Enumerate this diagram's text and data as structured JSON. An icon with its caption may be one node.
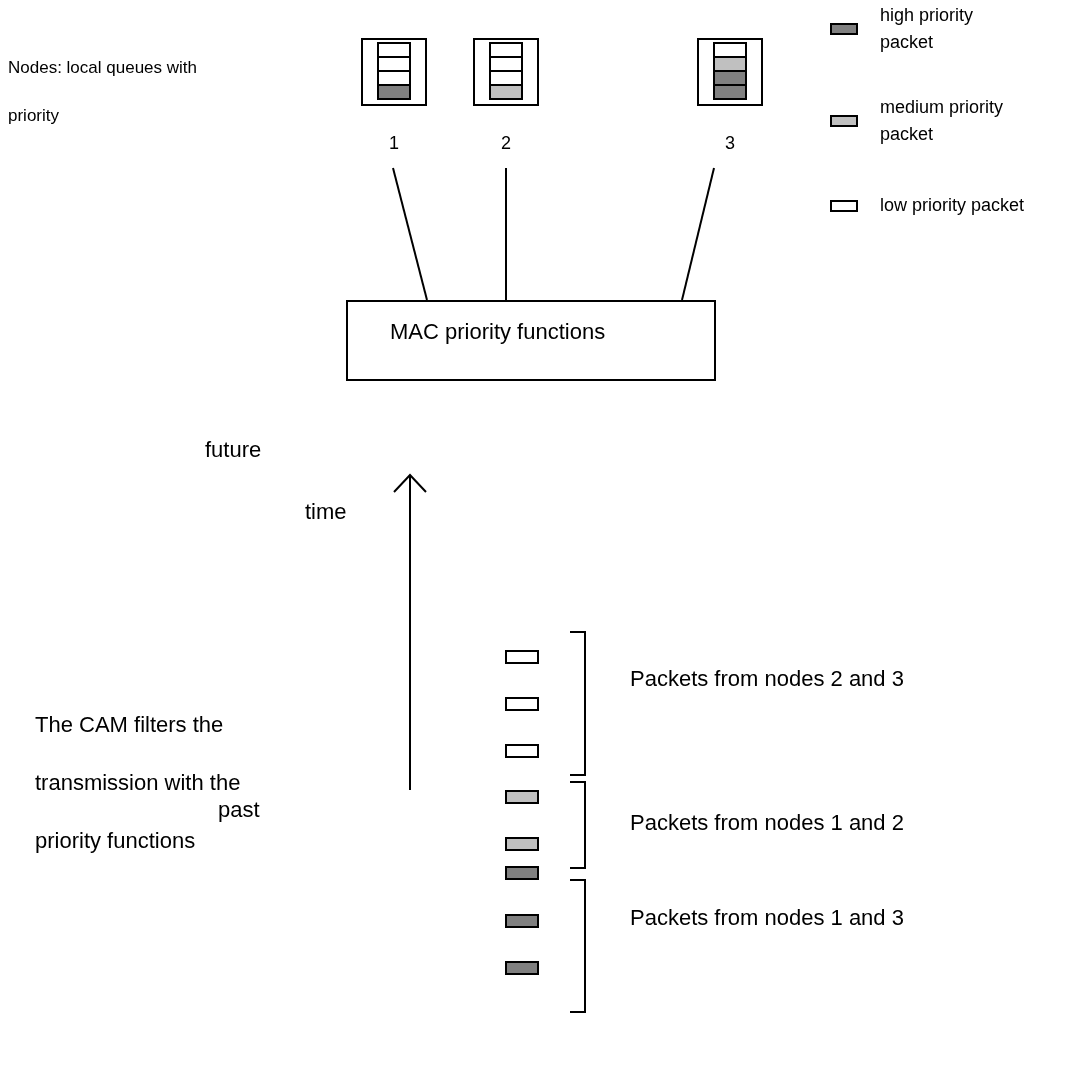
{
  "diagram": {
    "nodes": [
      {
        "text": [],
        "shape": "box",
        "beside": [
          "1"
        ]
      },
      {
        "text": [],
        "shape": "box",
        "beside": [
          "2"
        ]
      },
      {
        "text": [],
        "shape": "box",
        "beside": [
          "3"
        ]
      },
      {
        "text": [
          "MAC priority functions"
        ]
      }
    ],
    "edges": [
      {
        "from": 0,
        "to": 3,
        "arrow": "none"
      },
      {
        "from": 1,
        "to": 3,
        "arrow": "none"
      },
      {
        "from": 2,
        "to": 3,
        "arrow": "none"
      }
    ],
    "labels": [
      "Nodes: local queues with priority",
      "future",
      "time",
      "Packets from nodes 2 and 3",
      "The CAM filters the transmission with the priority functions",
      "Packets from nodes 1 and 2",
      "Packets from nodes 1 and 3",
      "past"
    ],
    "legend": [
      {
        "text": "high priority packet",
        "color": "#808080"
      },
      {
        "text": "medium priority packet",
        "color": "#c0c0c0"
      },
      {
        "text": "low priority packet",
        "color": "#ffffff"
      }
    ]
  }
}
